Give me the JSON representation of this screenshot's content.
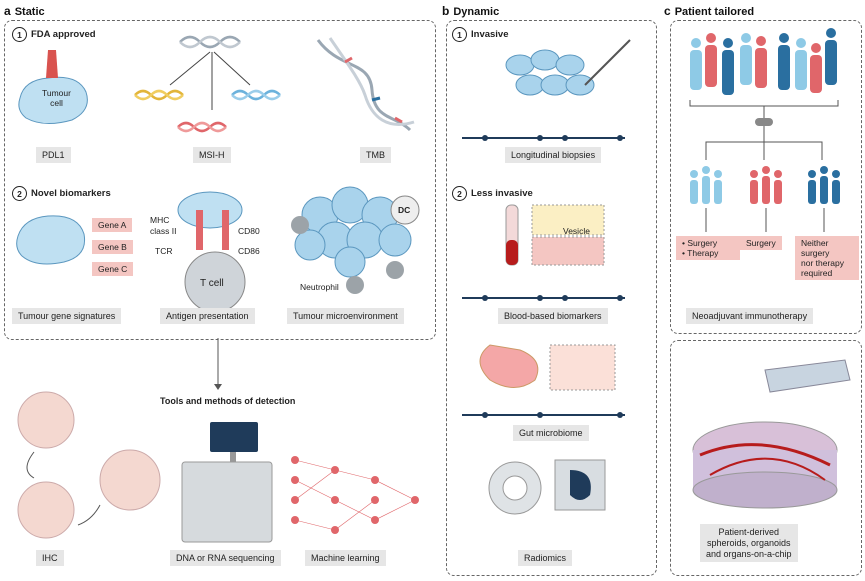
{
  "panel_a": {
    "letter": "a",
    "title": "Static",
    "fda": {
      "num": "1",
      "title": "FDA approved",
      "pdl1": "PDL1",
      "msih": "MSI-H",
      "tmb": "TMB",
      "tumour_cell": "Tumour",
      "tumour_cell_2": "cell"
    },
    "novel": {
      "num": "2",
      "title": "Novel biomarkers",
      "genes": [
        "Gene A",
        "Gene B",
        "Gene C"
      ],
      "gene_signatures": "Tumour gene signatures",
      "antigen_presentation": "Antigen presentation",
      "microenvironment": "Tumour microenvironment",
      "mhc": "MHC",
      "class2": "class II",
      "tcr": "TCR",
      "cd80": "CD80",
      "cd86": "CD86",
      "tcell": "T cell",
      "dc": "DC",
      "neutrophil": "Neutrophil"
    },
    "tools": {
      "title": "Tools and methods of detection",
      "ihc": "IHC",
      "seq": "DNA or RNA sequencing",
      "ml": "Machine learning"
    }
  },
  "panel_b": {
    "letter": "b",
    "title": "Dynamic",
    "invasive": {
      "num": "1",
      "title": "Invasive",
      "label": "Longitudinal biopsies"
    },
    "less": {
      "num": "2",
      "title": "Less invasive",
      "vesicle": "Vesicle",
      "blood": "Blood-based biomarkers",
      "gut": "Gut microbiome",
      "radiomics": "Radiomics"
    }
  },
  "panel_c": {
    "letter": "c",
    "title": "Patient tailored",
    "outcomes": [
      {
        "lines": [
          "• Surgery",
          "• Therapy"
        ]
      },
      {
        "lines": [
          "Surgery"
        ]
      },
      {
        "lines": [
          "Neither",
          "surgery",
          "nor therapy",
          "required"
        ]
      }
    ],
    "neo": "Neoadjuvant immunotherapy",
    "models": [
      "Patient-derived",
      "spheroids, organoids",
      "and organs-on-a-chip"
    ]
  },
  "colors": {
    "light_blue": "#8ecae6",
    "blue": "#2a6fa0",
    "red": "#e0666a",
    "pink": "#f4c6c2",
    "grey": "#e6e6e6",
    "navy": "#1f3b5a"
  }
}
